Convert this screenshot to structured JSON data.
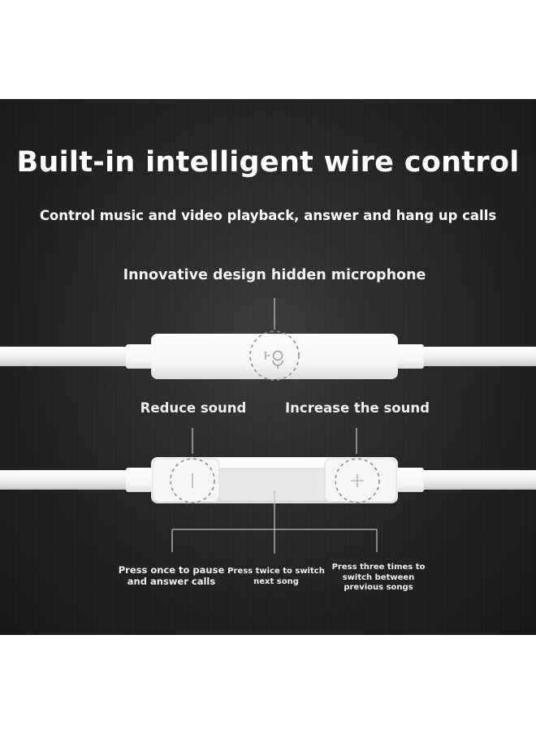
{
  "title": "Built-in intelligent wire control",
  "subtitle": "Control music and video playback, answer and hang up calls",
  "labels": {
    "microphone": "Innovative design hidden microphone",
    "reduce": "Reduce sound",
    "increase": "Increase the sound"
  },
  "captions": {
    "center_button": "Press once to pause and answer calls",
    "double_press": "Press twice to switch next song",
    "triple_press": "Press three times to switch between previous songs"
  },
  "icons": {
    "microphone": "microphone-icon",
    "volume_down": "minus-icon",
    "volume_up": "plus-icon"
  },
  "colors": {
    "background": "#1e1e1e",
    "text": "#ffffff",
    "device": "#f7f7f7"
  }
}
